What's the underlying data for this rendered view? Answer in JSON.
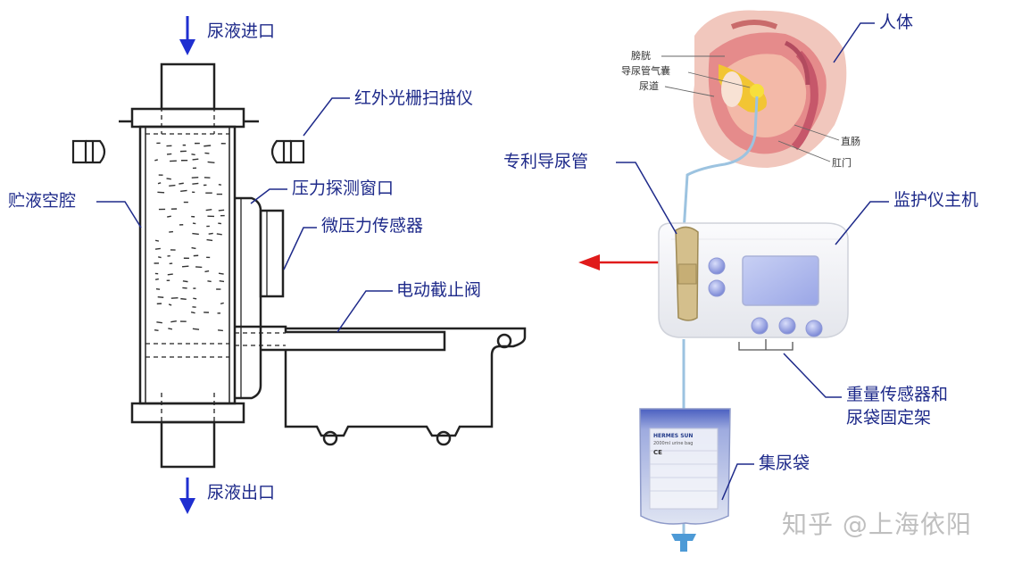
{
  "labels": {
    "inlet": "尿液进口",
    "outlet": "尿液出口",
    "ir_scanner": "红外光栅扫描仪",
    "chamber": "贮液空腔",
    "pressure_window": "压力探测窗口",
    "micro_sensor": "微压力传感器",
    "valve": "电动截止阀",
    "human_body": "人体",
    "catheter": "专利导尿管",
    "monitor": "监护仪主机",
    "weight_sensor_line1": "重量传感器和",
    "weight_sensor_line2": "尿袋固定架",
    "collection_bag": "集尿袋"
  },
  "anatomy": {
    "bladder": "膀胱",
    "balloon": "导尿管气囊",
    "urethra": "尿道",
    "rectum": "直肠",
    "anus": "肛门"
  },
  "bag_text": {
    "brand": "HERMES SUN",
    "line2": "2000ml urine bag",
    "mark": "CE"
  },
  "watermark": "知乎 @上海依阳",
  "colors": {
    "label_text": "#1e2a8a",
    "flow_arrow": "#1f2fd0",
    "red_arrow": "#e01b1b",
    "line": "#222222"
  }
}
